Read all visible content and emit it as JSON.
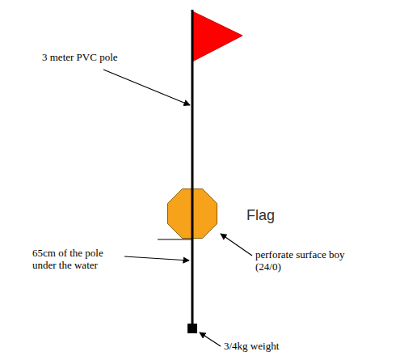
{
  "diagram": {
    "labels": [
      "3 meter PVC pole",
      "Flag",
      "65cm of the pole under the water",
      "perforate surface boy (24/0)",
      "3/4kg weight"
    ]
  }
}
